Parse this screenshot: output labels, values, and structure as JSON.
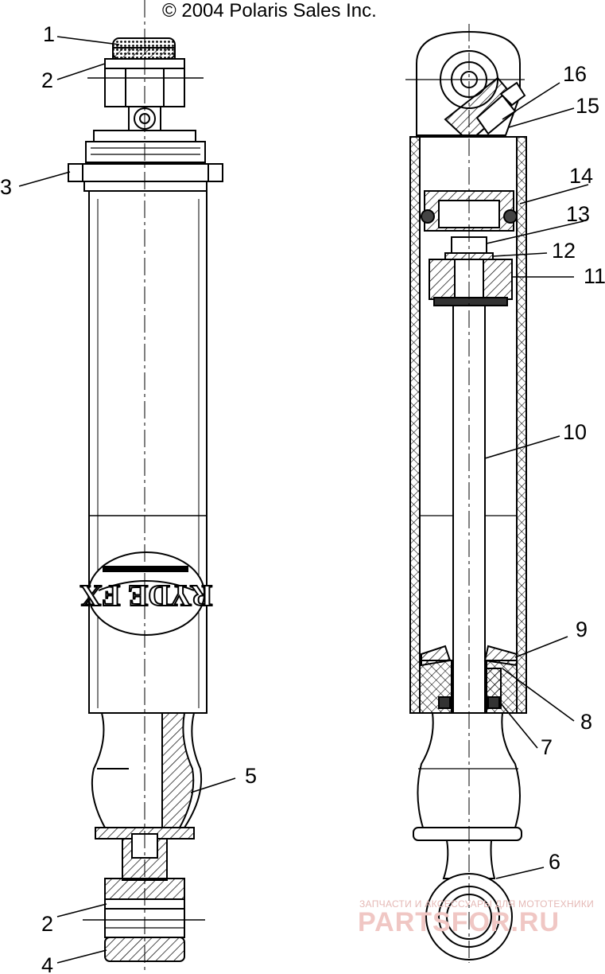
{
  "copyright": "© 2004 Polaris Sales Inc.",
  "callouts": {
    "c1": "1",
    "c2_top": "2",
    "c3": "3",
    "c5": "5",
    "c2_bottom": "2",
    "c4": "4",
    "c16": "16",
    "c15": "15",
    "c14": "14",
    "c13": "13",
    "c12": "12",
    "c11": "11",
    "c10": "10",
    "c9": "9",
    "c8": "8",
    "c7": "7",
    "c6": "6"
  },
  "brand_mark": "RYDE FX",
  "watermark": {
    "small": "ЗАПЧАСТИ И АКСЕССУАРЫ ДЛЯ МОТОТЕХНИКИ",
    "big": "PARTSFOR.RU"
  },
  "colors": {
    "line": "#000000",
    "watermark": "#f0c7c4",
    "watermark_small": "#e5b9b6"
  }
}
